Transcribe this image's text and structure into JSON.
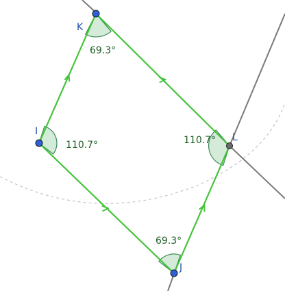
{
  "colors": {
    "side": "#44c33a",
    "construction": "#7a7a7a",
    "circle": "#c4c4c4",
    "angle_fill": "#d5ebd9",
    "angle_stroke": "#3a8a57",
    "point_fill": "#2b60d6",
    "point_L_fill": "#6b6b6b",
    "angle_label": "#1e5e24",
    "point_label": "#1f4fa6"
  },
  "points": {
    "K": "K",
    "I": "I",
    "L": "L",
    "J": "J"
  },
  "angles": {
    "K": "69.3°",
    "I": "110.7°",
    "L": "110.7°",
    "J": "69.3°"
  }
}
